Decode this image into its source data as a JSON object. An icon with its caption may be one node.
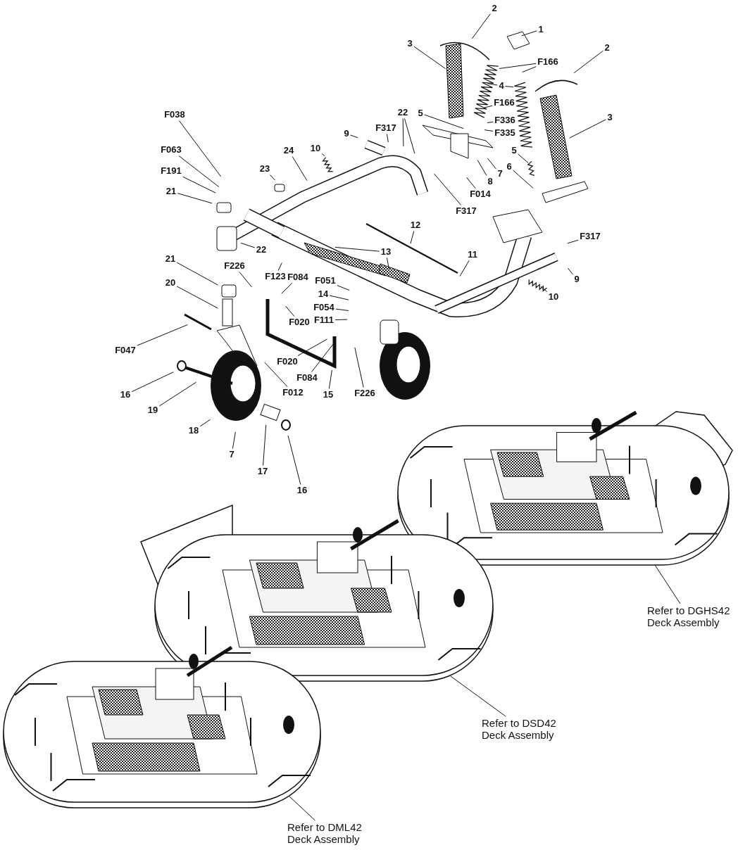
{
  "diagram": {
    "nodes": [
      {
        "text": [
          "1"
        ]
      },
      {
        "text": [
          "2"
        ]
      },
      {
        "text": [
          "3"
        ]
      },
      {
        "text": [
          "F166"
        ]
      },
      {
        "text": [
          "2"
        ]
      },
      {
        "text": [
          "4"
        ]
      },
      {
        "text": [
          "F166"
        ]
      },
      {
        "text": [
          "F336"
        ]
      },
      {
        "text": [
          "F335"
        ]
      },
      {
        "text": [
          "3"
        ]
      },
      {
        "text": [
          "5"
        ]
      },
      {
        "text": [
          "22"
        ]
      },
      {
        "text": [
          "F317"
        ]
      },
      {
        "text": [
          "9"
        ]
      },
      {
        "text": [
          "10"
        ]
      },
      {
        "text": [
          "24"
        ]
      },
      {
        "text": [
          "23"
        ]
      },
      {
        "text": [
          "F038"
        ]
      },
      {
        "text": [
          "F063"
        ]
      },
      {
        "text": [
          "F191"
        ]
      },
      {
        "text": [
          "21"
        ]
      },
      {
        "text": [
          "5"
        ]
      },
      {
        "text": [
          "6"
        ]
      },
      {
        "text": [
          "7"
        ]
      },
      {
        "text": [
          "8"
        ]
      },
      {
        "text": [
          "F014"
        ]
      },
      {
        "text": [
          "F317"
        ]
      },
      {
        "text": [
          "F317"
        ]
      },
      {
        "text": [
          "12"
        ]
      },
      {
        "text": [
          "22"
        ]
      },
      {
        "text": [
          "13"
        ]
      },
      {
        "text": [
          "11"
        ]
      },
      {
        "text": [
          "21"
        ]
      },
      {
        "text": [
          "F226"
        ]
      },
      {
        "text": [
          "F123"
        ]
      },
      {
        "text": [
          "F084"
        ]
      },
      {
        "text": [
          "F051"
        ]
      },
      {
        "text": [
          "9"
        ]
      },
      {
        "text": [
          "20"
        ]
      },
      {
        "text": [
          "14"
        ]
      },
      {
        "text": [
          "10"
        ]
      },
      {
        "text": [
          "F054"
        ]
      },
      {
        "text": [
          "F111"
        ]
      },
      {
        "text": [
          "F020"
        ]
      },
      {
        "text": [
          "F047"
        ]
      },
      {
        "text": [
          "F020"
        ]
      },
      {
        "text": [
          "F084"
        ]
      },
      {
        "text": [
          "F012"
        ]
      },
      {
        "text": [
          "F226"
        ]
      },
      {
        "text": [
          "15"
        ]
      },
      {
        "text": [
          "16"
        ]
      },
      {
        "text": [
          "19"
        ]
      },
      {
        "text": [
          "18"
        ]
      },
      {
        "text": [
          "7"
        ]
      },
      {
        "text": [
          "17"
        ]
      },
      {
        "text": [
          "16"
        ]
      },
      {
        "text": [
          "Refer to DGHS42 Deck Assembly"
        ]
      },
      {
        "text": [
          "Refer to DSD42 Deck Assembly"
        ]
      },
      {
        "text": [
          "Refer to DML42 Deck Assembly"
        ]
      },
      {
        "text": [],
        "shape": "picture"
      },
      {
        "text": [],
        "shape": "picture"
      },
      {
        "text": [],
        "shape": "picture"
      }
    ],
    "edges": [
      {
        "from": 0,
        "to": null,
        "arrow": "none"
      },
      {
        "from": 1,
        "to": null,
        "arrow": "none"
      },
      {
        "from": 2,
        "to": null,
        "arrow": "none"
      },
      {
        "from": 3,
        "to": null,
        "arrow": "none"
      },
      {
        "from": 3,
        "to": null,
        "arrow": "none"
      },
      {
        "from": 4,
        "to": null,
        "arrow": "none"
      },
      {
        "from": 5,
        "to": null,
        "arrow": "none"
      },
      {
        "from": 5,
        "to": null,
        "arrow": "none"
      },
      {
        "from": 6,
        "to": null,
        "arrow": "none"
      },
      {
        "from": 7,
        "to": null,
        "arrow": "none"
      },
      {
        "from": 8,
        "to": null,
        "arrow": "none"
      },
      {
        "from": 9,
        "to": null,
        "arrow": "none"
      },
      {
        "from": 10,
        "to": null,
        "arrow": "none"
      },
      {
        "from": 11,
        "to": null,
        "arrow": "none"
      },
      {
        "from": 11,
        "to": null,
        "arrow": "none"
      },
      {
        "from": 12,
        "to": null,
        "arrow": "none"
      },
      {
        "from": 13,
        "to": null,
        "arrow": "none"
      },
      {
        "from": 14,
        "to": null,
        "arrow": "none"
      },
      {
        "from": 15,
        "to": null,
        "arrow": "none"
      },
      {
        "from": 16,
        "to": null,
        "arrow": "none"
      },
      {
        "from": 17,
        "to": null,
        "arrow": "none"
      },
      {
        "from": 18,
        "to": null,
        "arrow": "none"
      },
      {
        "from": 19,
        "to": null,
        "arrow": "none"
      },
      {
        "from": 20,
        "to": null,
        "arrow": "none"
      },
      {
        "from": 21,
        "to": null,
        "arrow": "none"
      },
      {
        "from": 22,
        "to": null,
        "arrow": "none"
      },
      {
        "from": 23,
        "to": null,
        "arrow": "none"
      },
      {
        "from": 24,
        "to": null,
        "arrow": "none"
      },
      {
        "from": 25,
        "to": null,
        "arrow": "none"
      },
      {
        "from": 26,
        "to": null,
        "arrow": "none"
      },
      {
        "from": 27,
        "to": null,
        "arrow": "none"
      },
      {
        "from": 28,
        "to": null,
        "arrow": "none"
      },
      {
        "from": 29,
        "to": null,
        "arrow": "none"
      },
      {
        "from": 30,
        "to": null,
        "arrow": "none"
      },
      {
        "from": 30,
        "to": null,
        "arrow": "none"
      },
      {
        "from": 31,
        "to": null,
        "arrow": "none"
      },
      {
        "from": 32,
        "to": null,
        "arrow": "none"
      },
      {
        "from": 33,
        "to": null,
        "arrow": "none"
      },
      {
        "from": 34,
        "to": null,
        "arrow": "none"
      },
      {
        "from": 35,
        "to": null,
        "arrow": "none"
      },
      {
        "from": 36,
        "to": null,
        "arrow": "none"
      },
      {
        "from": 37,
        "to": null,
        "arrow": "none"
      },
      {
        "from": 38,
        "to": null,
        "arrow": "none"
      },
      {
        "from": 39,
        "to": null,
        "arrow": "none"
      },
      {
        "from": 40,
        "to": null,
        "arrow": "none"
      },
      {
        "from": 41,
        "to": null,
        "arrow": "none"
      },
      {
        "from": 42,
        "to": null,
        "arrow": "none"
      },
      {
        "from": 43,
        "to": null,
        "arrow": "none"
      },
      {
        "from": 44,
        "to": null,
        "arrow": "none"
      },
      {
        "from": 45,
        "to": null,
        "arrow": "none"
      },
      {
        "from": 46,
        "to": null,
        "arrow": "none"
      },
      {
        "from": 47,
        "to": null,
        "arrow": "none"
      },
      {
        "from": 48,
        "to": null,
        "arrow": "none"
      },
      {
        "from": 49,
        "to": null,
        "arrow": "none"
      },
      {
        "from": 50,
        "to": null,
        "arrow": "none"
      },
      {
        "from": 51,
        "to": null,
        "arrow": "none"
      },
      {
        "from": 52,
        "to": null,
        "arrow": "none"
      },
      {
        "from": 53,
        "to": null,
        "arrow": "none"
      },
      {
        "from": 54,
        "to": null,
        "arrow": "none"
      },
      {
        "from": 55,
        "to": null,
        "arrow": "none"
      },
      {
        "from": 56,
        "to": 59,
        "arrow": "none"
      },
      {
        "from": 57,
        "to": 60,
        "arrow": "none"
      },
      {
        "from": 58,
        "to": 61,
        "arrow": "none"
      }
    ]
  }
}
